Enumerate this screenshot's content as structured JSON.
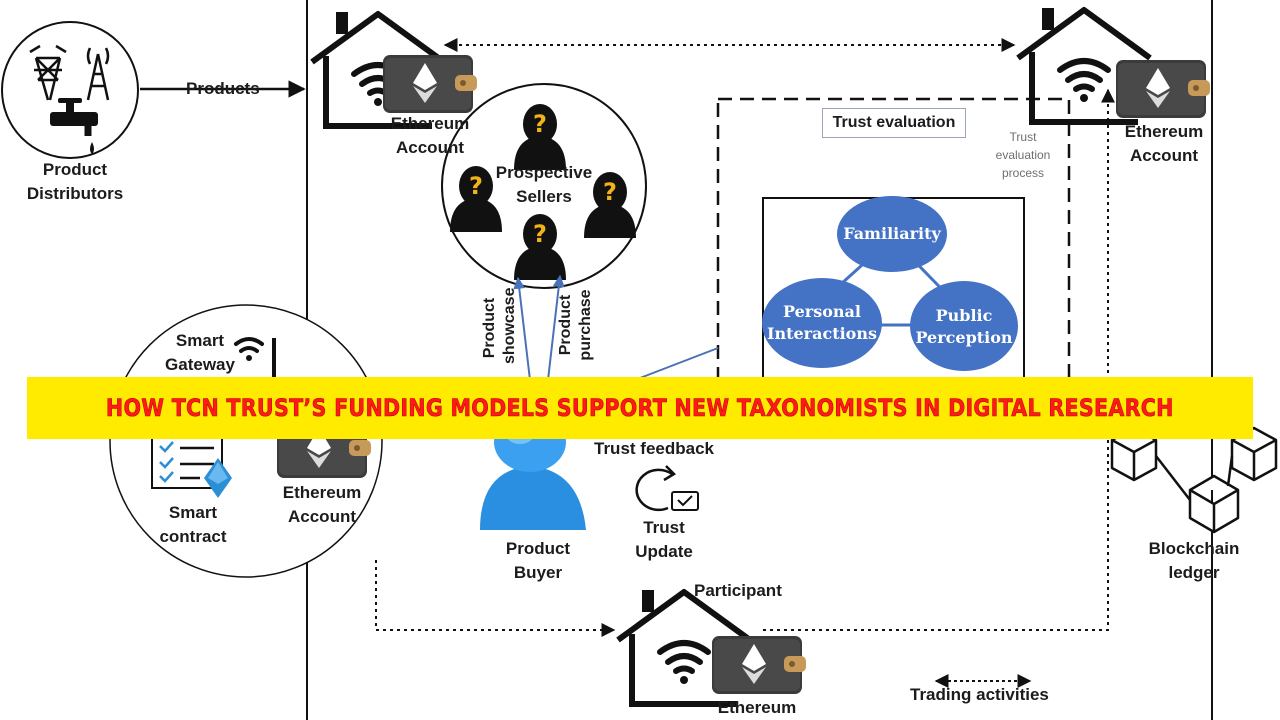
{
  "banner": {
    "title": "HOW TCN TRUST’S FUNDING MODELS SUPPORT NEW TAXONOMISTS IN DIGITAL RESEARCH"
  },
  "labels": {
    "products": "Products",
    "product_distributors": [
      "Product",
      "Distributors"
    ],
    "ethereum_account_left": [
      "Ethereum",
      "Account"
    ],
    "ethereum_account_right": [
      "Ethereum",
      "Account"
    ],
    "ethereum_account_gateway": [
      "Ethereum",
      "Account"
    ],
    "ethereum_bottom": "Ethereum",
    "prospective_sellers": [
      "Prospective",
      "Sellers"
    ],
    "trust_evaluation": "Trust evaluation",
    "trust_evaluation_process": [
      "Trust",
      "evaluation",
      "process"
    ],
    "familiarity": "Familiarity",
    "personal_interactions": [
      "Personal",
      "Interactions"
    ],
    "public_perception": [
      "Public",
      "Perception"
    ],
    "smart_gateway": [
      "Smart",
      "Gateway"
    ],
    "smart_contract": [
      "Smart",
      "contract"
    ],
    "product_showcase": [
      "Product",
      "showcase"
    ],
    "product_purchase": [
      "Product",
      "purchase"
    ],
    "trust_feedback": "Trust feedback",
    "trust_update": [
      "Trust",
      "Update"
    ],
    "product_buyer": [
      "Product",
      "Buyer"
    ],
    "participant": "Participant",
    "blockchain_ledger": [
      "Blockchain",
      "ledger"
    ],
    "trading_activities": "Trading activities"
  },
  "colors": {
    "banner_bg": "#ffeb00",
    "banner_text": "#ff1a1a",
    "trust_node": "#4472c4",
    "wallet": "#3b3b3b",
    "ethereum": "#ffffff",
    "buyer": "#2a8fe0",
    "smart_contract_accent": "#2b8fd6"
  },
  "icons": [
    "house-wifi-icon",
    "wallet-ethereum-icon",
    "power-tower-icon",
    "radio-tower-icon",
    "water-tap-icon",
    "seller-question-icon",
    "buyer-user-icon",
    "checklist-icon",
    "refresh-check-icon",
    "blockchain-cubes-icon",
    "wifi-icon"
  ]
}
